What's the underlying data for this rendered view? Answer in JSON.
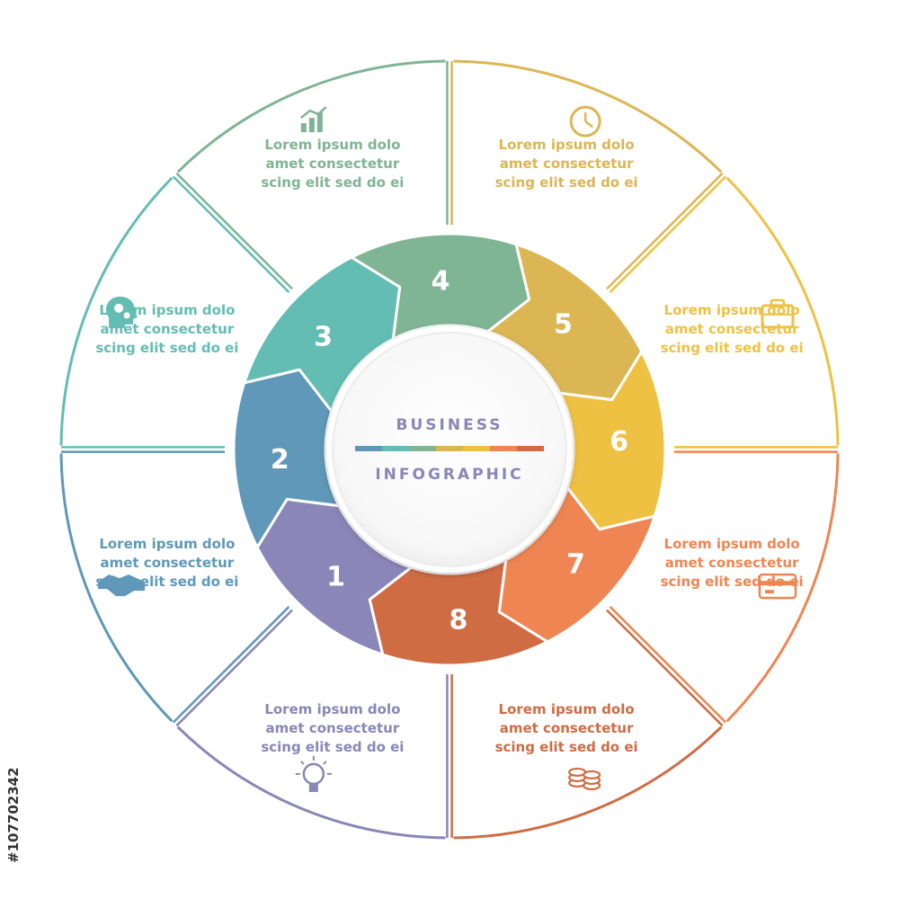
{
  "center": {
    "line1": "BUSINESS",
    "line2": "INFOGRAPHIC"
  },
  "stock_id": "#107702342",
  "colors": [
    "#8a86b8",
    "#5f98b8",
    "#63bdb2",
    "#7fb494",
    "#dcb653",
    "#efc142",
    "#ef8553",
    "#cf6c44"
  ],
  "segments": [
    {
      "number": "1",
      "color": "#8a86b8",
      "icon": "lightbulb-icon",
      "lines": [
        "Lorem ipsum dolo",
        "amet consectetur",
        "scing elit sed do ei"
      ]
    },
    {
      "number": "2",
      "color": "#5f98b8",
      "icon": "handshake-icon",
      "lines": [
        "Lorem ipsum dolo",
        "amet consectetur",
        "scing elit sed do ei"
      ]
    },
    {
      "number": "3",
      "color": "#63bdb2",
      "icon": "head-gears-icon",
      "lines": [
        "Lorem ipsum dolo",
        "amet consectetur",
        "scing elit sed do ei"
      ]
    },
    {
      "number": "4",
      "color": "#7fb494",
      "icon": "bar-chart-icon",
      "lines": [
        "Lorem ipsum dolo",
        "amet consectetur",
        "scing elit sed do ei"
      ]
    },
    {
      "number": "5",
      "color": "#dcb653",
      "icon": "clock-icon",
      "lines": [
        "Lorem ipsum dolo",
        "amet consectetur",
        "scing elit sed do ei"
      ]
    },
    {
      "number": "6",
      "color": "#efc142",
      "icon": "briefcase-icon",
      "lines": [
        "Lorem ipsum dolo",
        "amet consectetur",
        "scing elit sed do ei"
      ]
    },
    {
      "number": "7",
      "color": "#ef8553",
      "icon": "credit-card-icon",
      "lines": [
        "Lorem ipsum dolo",
        "amet consectetur",
        "scing elit sed do ei"
      ]
    },
    {
      "number": "8",
      "color": "#cf6c44",
      "icon": "coins-icon",
      "lines": [
        "Lorem ipsum dolo",
        "amet consectetur",
        "scing elit sed do ei"
      ]
    }
  ]
}
